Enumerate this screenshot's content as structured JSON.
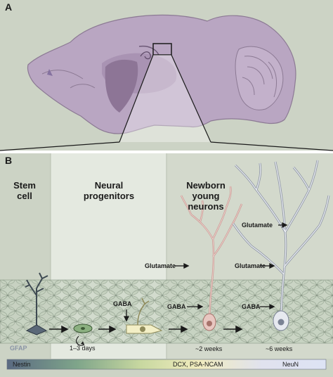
{
  "panel_a": {
    "label": "A"
  },
  "panel_b": {
    "label": "B",
    "stages": {
      "stem_cell": "Stem\ncell",
      "neural_progenitors": "Neural\nprogenitors",
      "newborn_neurons": "Newborn\nyoung\nneurons"
    },
    "annotations": {
      "gaba_progenitor": "GABA",
      "gaba_young": "GABA",
      "gaba_mature": "GABA",
      "glutamate_young": "Glutamate",
      "glutamate_mature_low": "Glutamate",
      "glutamate_mature_high": "Glutamate",
      "division_time": "1–3 days",
      "time_2_weeks": "~2 weeks",
      "time_6_weeks": "~6 weeks",
      "gfap": "GFAP"
    },
    "markers": {
      "nestin": "Nestin",
      "dcx": "DCX, PSA-NCAM",
      "neun": "NeuN"
    }
  },
  "colors": {
    "background": "#ccd3c5",
    "brain": "#b9a6c2",
    "hippocampus": "#8d7596",
    "tissue_cell": "#c4d0c0",
    "young_neuron": "#d9b3ac",
    "mature_neuron": "#d7dbe3"
  }
}
